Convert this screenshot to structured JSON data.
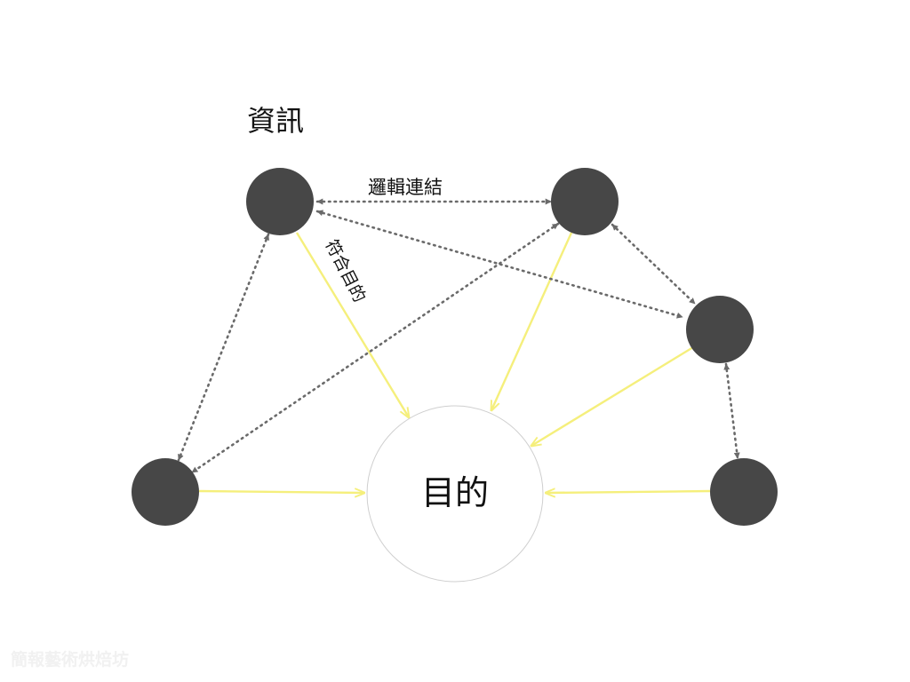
{
  "diagram": {
    "info_label": "資訊",
    "link_label": "邏輯連結",
    "purpose_edge_label": "符合目的",
    "goal_label": "目的",
    "watermark": "簡報藝術烘焙坊"
  },
  "colors": {
    "node_fill": "#474747",
    "goal_stroke": "#cfcfcf",
    "purpose_arrow": "#f5ef7c",
    "logic_arrow": "#6a6a6a",
    "text": "#111111",
    "watermark": "#f1f1f1"
  }
}
